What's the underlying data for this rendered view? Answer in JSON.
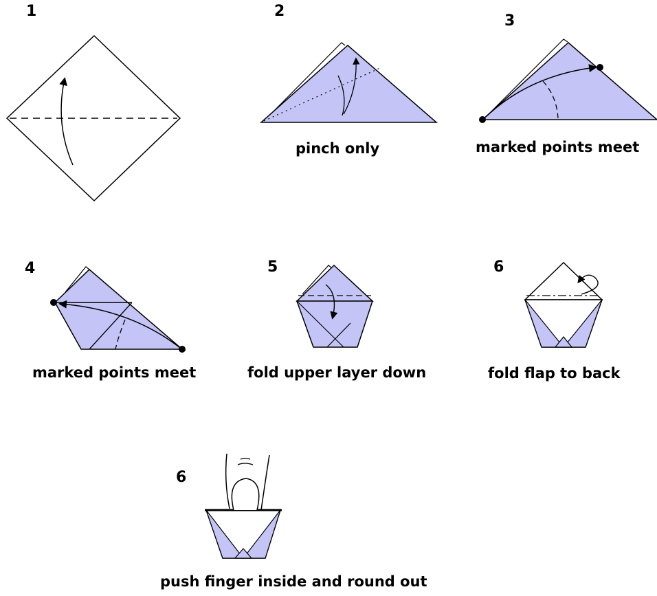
{
  "colors": {
    "paper_colored": "#c4c4f6",
    "paper_white": "#ffffff",
    "line": "#000000"
  },
  "steps": [
    {
      "number": "1",
      "caption": ""
    },
    {
      "number": "2",
      "caption": "pinch only"
    },
    {
      "number": "3",
      "caption": "marked points meet"
    },
    {
      "number": "4",
      "caption": "marked points meet"
    },
    {
      "number": "5",
      "caption": "fold upper layer down"
    },
    {
      "number": "6",
      "caption": "fold flap to back"
    },
    {
      "number": "6",
      "caption": "push finger inside and round out"
    }
  ]
}
